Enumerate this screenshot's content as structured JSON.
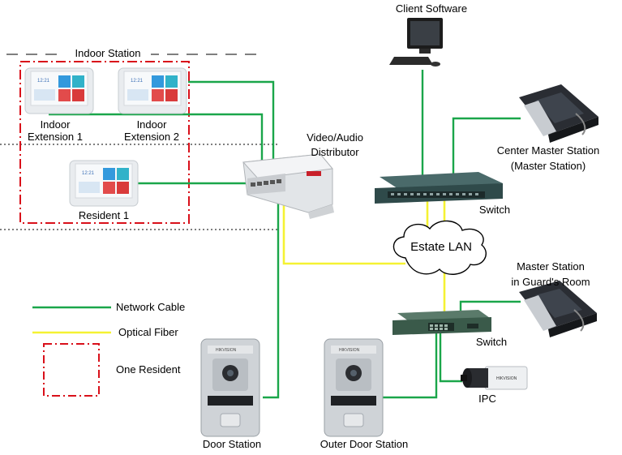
{
  "colors": {
    "network_cable": "#1aa64a",
    "optical_fiber": "#f5f232",
    "resident_boundary": "#d9101a",
    "switch_body": "#2f4a4a",
    "device_white": "#e9ecef"
  },
  "labels": {
    "client_software": "Client Software",
    "indoor_station": "Indoor Station",
    "indoor_ext1_line1": "Indoor",
    "indoor_ext1_line2": "Extension 1",
    "indoor_ext2_line1": "Indoor",
    "indoor_ext2_line2": "Extension 2",
    "resident1": "Resident 1",
    "distributor_line1": "Video/Audio",
    "distributor_line2": "Distributor",
    "center_master_line1": "Center Master Station",
    "center_master_line2": "(Master Station)",
    "switch_top": "Switch",
    "estate_lan": "Estate LAN",
    "guard_master_line1": "Master Station",
    "guard_master_line2": "in Guard's Room",
    "switch_bottom": "Switch",
    "ipc": "IPC",
    "door_station": "Door Station",
    "outer_door_station": "Outer Door Station"
  },
  "legend": {
    "network_cable": "Network Cable",
    "optical_fiber": "Optical Fiber",
    "one_resident": "One Resident"
  },
  "devices": {
    "indoor_screen_time": "12:21",
    "door_brand": "HIKVISION",
    "ipc_brand": "HIKVISION"
  }
}
